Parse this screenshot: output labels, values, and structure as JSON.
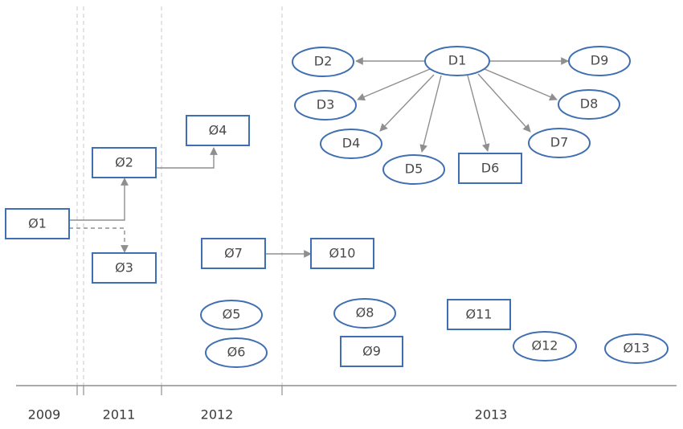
{
  "colors": {
    "node_stroke": "#3f6fb0",
    "arrow": "#8f8f8f",
    "separator": "#c8c8c8",
    "axis": "#8f8f8f",
    "text": "#4a4a4a"
  },
  "years": [
    "2009",
    "2011",
    "2012",
    "2013"
  ],
  "nodes": {
    "o1": "Ø1",
    "o2": "Ø2",
    "o3": "Ø3",
    "o4": "Ø4",
    "o5": "Ø5",
    "o6": "Ø6",
    "o7": "Ø7",
    "o8": "Ø8",
    "o9": "Ø9",
    "o10": "Ø10",
    "o11": "Ø11",
    "o12": "Ø12",
    "o13": "Ø13",
    "d1": "D1",
    "d2": "D2",
    "d3": "D3",
    "d4": "D4",
    "d5": "D5",
    "d6": "D6",
    "d7": "D7",
    "d8": "D8",
    "d9": "D9"
  }
}
